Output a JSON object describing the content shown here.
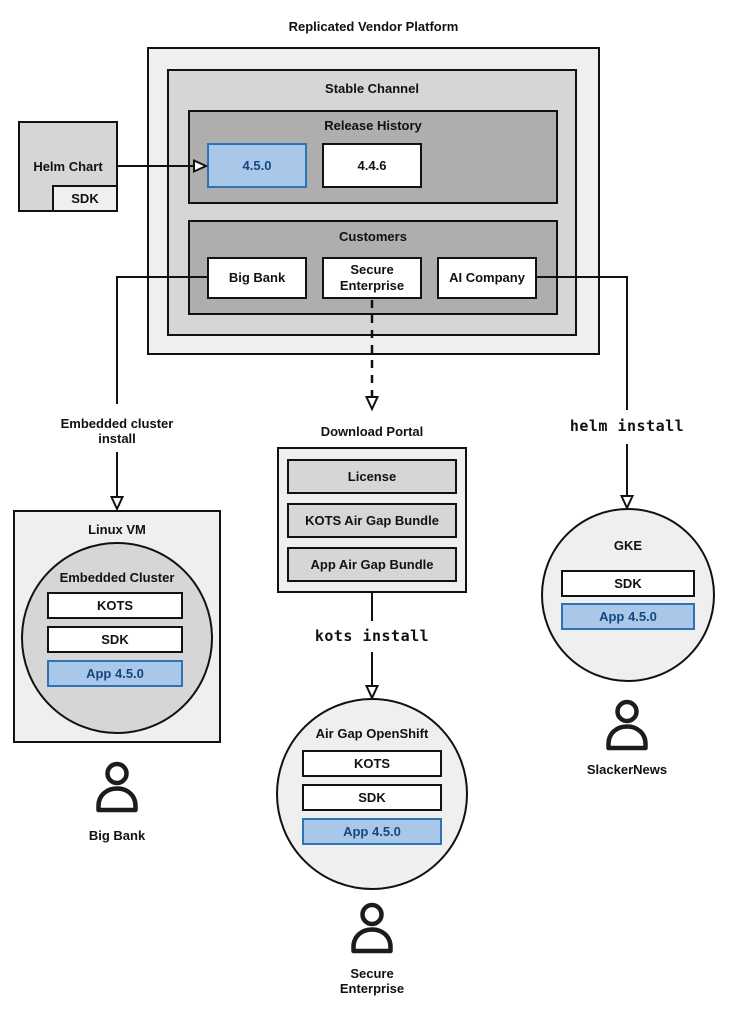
{
  "colors": {
    "highlight_fill": "#a9c7e9",
    "highlight_border": "#2e74b5",
    "highlight_text": "#17477e",
    "light_gray": "#efefef",
    "mid_gray": "#d6d6d6",
    "dark_gray": "#aeaeae"
  },
  "platform": {
    "title": "Replicated Vendor Platform",
    "stable_channel_title": "Stable Channel",
    "release_history": {
      "title": "Release History",
      "releases": [
        "4.5.0",
        "4.4.6"
      ]
    },
    "customers": {
      "title": "Customers",
      "items": [
        "Big Bank",
        "Secure Enterprise",
        "AI Company"
      ]
    }
  },
  "helm_chart": {
    "label": "Helm Chart",
    "sdk_label": "SDK"
  },
  "big_bank_flow": {
    "install_label": "Embedded cluster install",
    "vm_title": "Linux VM",
    "cluster_title": "Embedded Cluster",
    "components": [
      "KOTS",
      "SDK",
      "App 4.5.0"
    ],
    "user_label": "Big Bank"
  },
  "secure_enterprise_flow": {
    "portal_title": "Download Portal",
    "portal_items": [
      "License",
      "KOTS Air Gap Bundle",
      "App Air Gap Bundle"
    ],
    "install_command": "kots install",
    "cluster_title": "Air Gap OpenShift",
    "components": [
      "KOTS",
      "SDK",
      "App 4.5.0"
    ],
    "user_label": "Secure Enterprise"
  },
  "ai_company_flow": {
    "install_command": "helm install",
    "cluster_title": "GKE",
    "components": [
      "SDK",
      "App 4.5.0"
    ],
    "user_label": "SlackerNews"
  }
}
